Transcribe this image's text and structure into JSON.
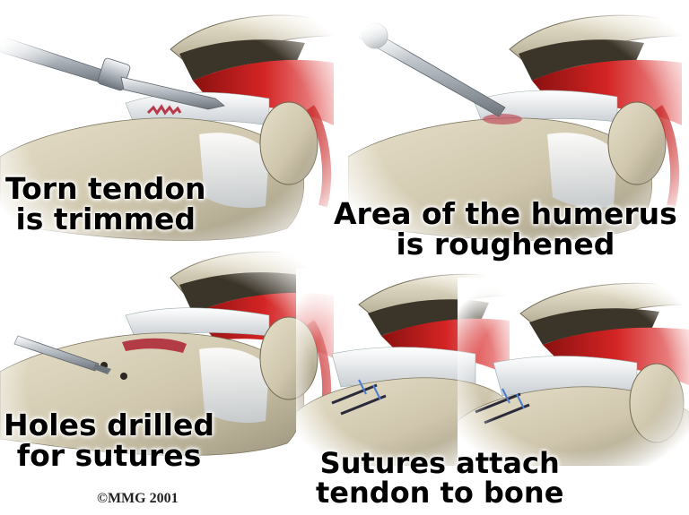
{
  "captions": {
    "step1": {
      "line1": "Torn tendon",
      "line2": "is trimmed"
    },
    "step2": {
      "line1": "Area of the humerus",
      "line2": "is roughened"
    },
    "step3": {
      "line1": "Holes drilled",
      "line2": "for sutures"
    },
    "step4": {
      "line1": "Sutures attach",
      "line2": "tendon to bone"
    }
  },
  "copyright": "©MMG 2001",
  "colors": {
    "bone": "#d2cab3",
    "bone_shadow": "#8f8770",
    "muscle": "#c41c1c",
    "tendon": "#e9ecef",
    "instrument": "#b8bec4",
    "background": "#ffffff"
  },
  "icons": {
    "panel1": "scalpel-trimming-tendon",
    "panel2": "rasp-roughening-bone",
    "panel3": "drill-making-holes",
    "panel4": "sutures-tied"
  }
}
